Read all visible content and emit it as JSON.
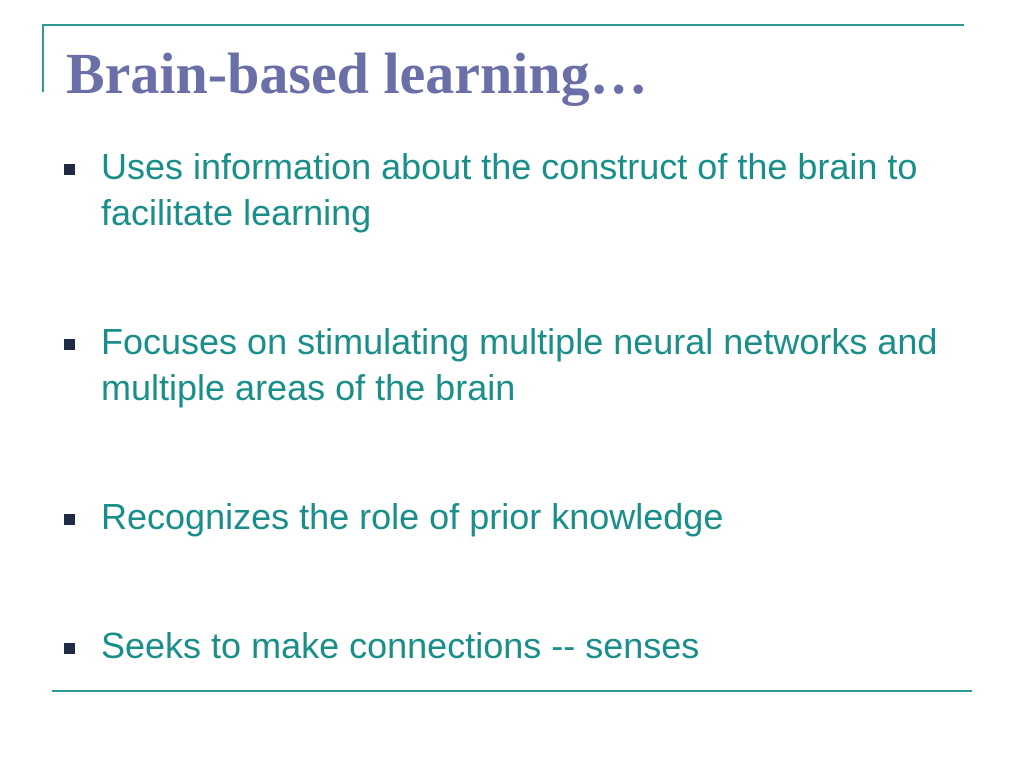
{
  "slide": {
    "title": "Brain-based learning…",
    "bullets": [
      {
        "text": "Uses information about the construct of the brain to facilitate learning"
      },
      {
        "text": "Focuses on stimulating multiple neural networks and multiple areas of the brain"
      },
      {
        "text": "Recognizes the role of prior knowledge"
      },
      {
        "text": "Seeks to make connections -- senses"
      }
    ]
  },
  "colors": {
    "title": "#6b6fa8",
    "body_text": "#1a8f8a",
    "frame_lines": "#2e9a95",
    "bullet_marker": "#1f2a44",
    "background": "#ffffff"
  },
  "icons": {
    "bullet_marker": "square-bullet-icon"
  }
}
